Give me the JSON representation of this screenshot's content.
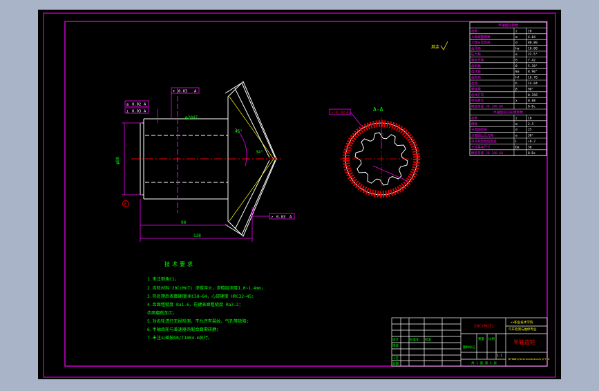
{
  "colors": {
    "background": "#a9b4c8",
    "canvas": "#000000",
    "frame": "#ff00ff",
    "green": "#00ff00",
    "yellow": "#ffff00",
    "red": "#ff0000",
    "white": "#ffffff",
    "cyan": "#00ffff"
  },
  "view_label": "A-A",
  "datum_letter": "A",
  "roughness_note": "其余",
  "dimensions": {
    "diameter": "φ80",
    "length_inner": "90",
    "length_total": "138",
    "cone_angle": "45°",
    "apex_angle": "34°",
    "bore_a": "φ20H7",
    "bore_b": "□"
  },
  "tolerance_frames": [
    {
      "symbol": "⌖",
      "value": "0.03",
      "datum": "A"
    },
    {
      "symbol": "◎",
      "value": "0.02",
      "datum": "A"
    },
    {
      "symbol": "⊥",
      "value": "0.03",
      "datum": "A"
    },
    {
      "symbol": "↗",
      "value": "0.03",
      "datum": "A"
    },
    {
      "symbol": "↗",
      "value": "0.02",
      "datum": "A"
    }
  ],
  "param_table": {
    "title": "半轴齿轮参数",
    "rows": [
      [
        "齿数",
        "z",
        "20"
      ],
      [
        "大端端面模数",
        "m",
        "4.04"
      ],
      [
        "大端分度直径",
        "d",
        "80.80"
      ],
      [
        "齿顶高",
        "ha",
        "10.00"
      ],
      [
        "压力角",
        "α",
        "22.5°"
      ],
      [
        "锥齿节角",
        "δ",
        "7.42"
      ],
      [
        "齿根角",
        "θ",
        "5.38°"
      ],
      [
        "齿顶角",
        "θa",
        "8.90°"
      ],
      [
        "齿根高",
        "hf",
        "16.76"
      ],
      [
        "齿宽",
        "b",
        "14.84"
      ],
      [
        "螺旋角",
        "β",
        "90°"
      ],
      [
        "齿线方向",
        "",
        "0.156"
      ],
      [
        "径向变位",
        "x",
        "0.88"
      ],
      [
        "精度等级 JB 180-60",
        "",
        "8-Dc"
      ]
    ],
    "spline_title": "半轴齿轮内花键参数",
    "spline_rows": [
      [
        "齿数",
        "z",
        "10"
      ],
      [
        "模数",
        "m",
        "2.5"
      ],
      [
        "分度圆直径",
        "d",
        "25"
      ],
      [
        "分度圆上压力角",
        "α",
        "30°"
      ],
      [
        "渐开线起始圆直径",
        "L",
        "+0.2"
      ],
      [
        "大径基本尺寸",
        "Da",
        "30"
      ],
      [
        "精度等级 JB 180-60",
        "",
        "8-Dc"
      ]
    ]
  },
  "tech_notes": {
    "title": "技术要求",
    "lines": [
      "1.未注倒角C1；",
      "2.齿轮材料 20CrMnTi 渗碳淬火，渗碳层深度1.0~1.4mm；",
      "3.热处理后表面硬度HRC58~64，心部硬度 HRC32~45；",
      "4.齿面粗糙度 Ra1.6，花键表面粗糙度 Ra3.2；",
      "  齿面磨削加工；",
      "5.对齿轮进行无损检测，不允许有裂纹、气孔等缺陷；",
      "6.半轴齿轮与差速器壳配合面需研磨；",
      "7.未注公差按GB/T1804-m执行。"
    ]
  },
  "title_block": {
    "material": "20CrMnTi",
    "part_name": "半轴齿轮",
    "school": "××职业技术学院",
    "dept": "汽车检测与维修专业",
    "drawing_no": "BY0001/GearboxSeminaryFT-8",
    "scale_label": "比例",
    "scale": "1:1",
    "sheet": "共 1 张 第 1 张",
    "labels": [
      "设计",
      "审核",
      "标准化",
      "批准",
      "工艺",
      "日期"
    ],
    "mark_labels": [
      "图样标记",
      "重量",
      "比例"
    ]
  }
}
